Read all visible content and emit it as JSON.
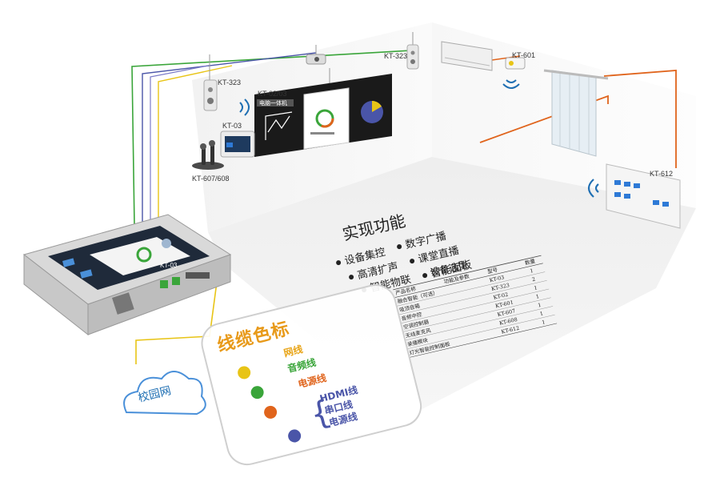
{
  "devices": {
    "kt323_left": "KT-323",
    "kt323_right": "KT-323",
    "kt0203": "KT-02/03",
    "kt03": "KT-03",
    "kt607": "KT-607/608",
    "kt601": "KT-601",
    "kt612": "KT-612",
    "badge": "电脑一体机"
  },
  "main_device": {
    "brand": "KT-03"
  },
  "floor": {
    "title": "实现功能",
    "functions": [
      "设备集控",
      "数字广播",
      "高清扩声",
      "课堂直播",
      "智能物联",
      "智能面板"
    ],
    "table_title": "设备选型",
    "table_headers": [
      "产品名称",
      "功能及参数",
      "型号",
      "数量"
    ],
    "table_rows": [
      [
        "融合智能（可选）",
        "KT-03",
        "1"
      ],
      [
        "吸顶音箱",
        "KT-323",
        "2"
      ],
      [
        "音频中控",
        "KT-02",
        "1"
      ],
      [
        "空调控制器",
        "KT-601",
        "1"
      ],
      [
        "无线麦克风",
        "KT-607",
        "1"
      ],
      [
        "录播模块",
        "KT-608",
        "1"
      ],
      [
        "灯光智能控制面板",
        "KT-612",
        "1"
      ]
    ]
  },
  "network": {
    "label": "校园网"
  },
  "legend": {
    "title": "线缆色标",
    "items": [
      {
        "label": "网线",
        "color": "#e8c416"
      },
      {
        "label": "音频线",
        "color": "#3aa53a"
      },
      {
        "label": "电源线",
        "color": "#e0641c"
      },
      {
        "label": "HDMI线",
        "color": "#4a55a8"
      },
      {
        "label": "串口线",
        "color": "#4a55a8"
      },
      {
        "label": "电源线",
        "color": "#4a55a8"
      }
    ]
  },
  "colors": {
    "network_cable": "#e8c416",
    "audio_cable": "#3aa53a",
    "power_cable": "#e0641c",
    "hdmi_cable": "#4a55a8",
    "wifi": "#1f6fb3"
  }
}
